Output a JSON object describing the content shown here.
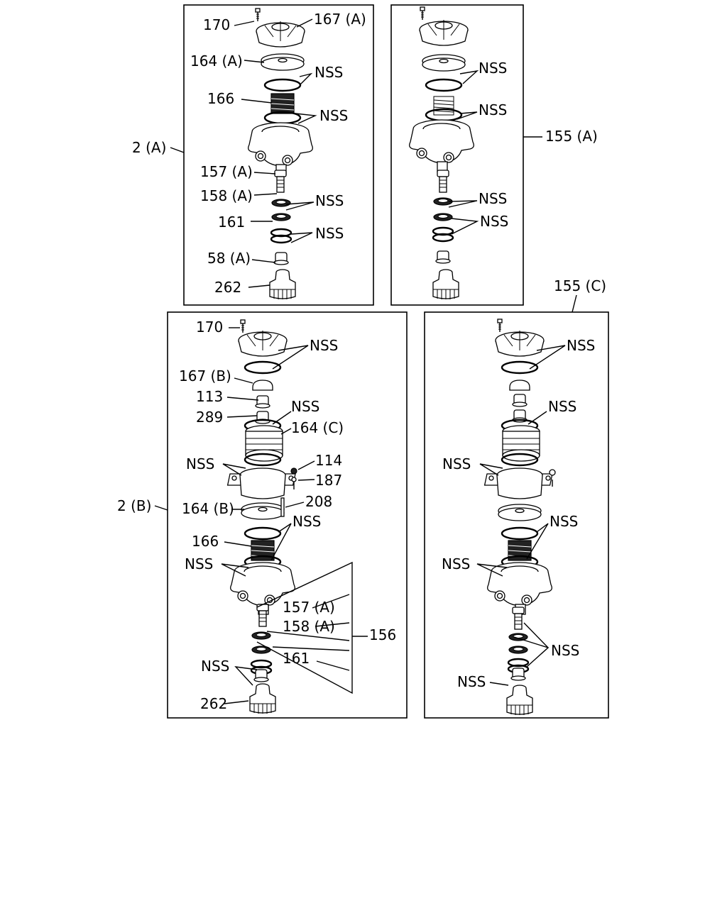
{
  "panels": {
    "a": {
      "label_assembly": "2 (A)",
      "labels": [
        "170",
        "167 (A)",
        "164 (A)",
        "NSS",
        "166",
        "NSS",
        "157 (A)",
        "158 (A)",
        "NSS",
        "161",
        "NSS",
        "58 (A)",
        "262"
      ]
    },
    "b": {
      "label_assembly": "155 (A)",
      "labels": [
        "NSS",
        "NSS",
        "NSS",
        "NSS"
      ]
    },
    "c": {
      "label_assembly": "2 (B)",
      "labels": [
        "170",
        "NSS",
        "167 (B)",
        "113",
        "289",
        "NSS",
        "164 (C)",
        "NSS",
        "114",
        "187",
        "164 (B)",
        "208",
        "NSS",
        "166",
        "NSS",
        "157 (A)",
        "158 (A)",
        "156",
        "161",
        "NSS",
        "262"
      ]
    },
    "d": {
      "label_assembly": "155 (C)",
      "labels": [
        "NSS",
        "NSS",
        "NSS",
        "NSS",
        "NSS",
        "NSS"
      ]
    }
  }
}
